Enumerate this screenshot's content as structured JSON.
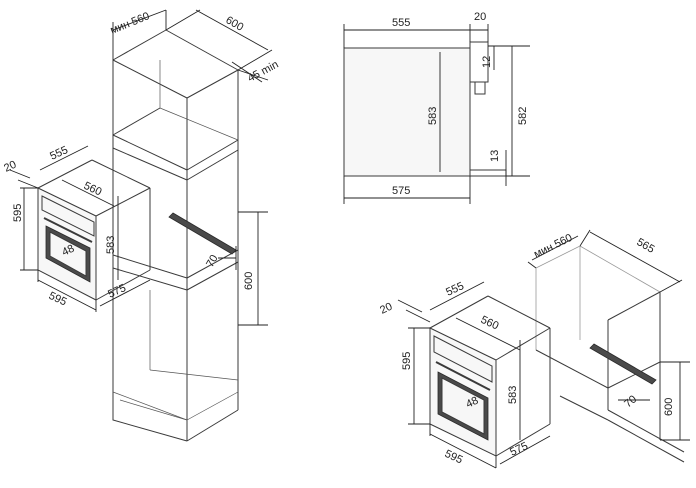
{
  "colors": {
    "line": "#3a3a3a",
    "accent": "#4a4a4a",
    "background": "#ffffff"
  },
  "tall_cabinet": {
    "min_width": "мин 560",
    "depth": "600",
    "gap": "45 min",
    "niche_height": "600",
    "vent": "70"
  },
  "oven_left": {
    "panel": "20",
    "depth": "555",
    "inner_width": "560",
    "height": "595",
    "body_height": "583",
    "handle": "48",
    "width": "595",
    "body_width": "575"
  },
  "side_view": {
    "depth": "555",
    "panel": "20",
    "top_offset": "12",
    "body_height": "583",
    "total_height": "582",
    "bottom_offset": "13",
    "total_depth": "575"
  },
  "under_counter": {
    "min_width": "мин 560",
    "depth": "565",
    "vent": "70",
    "niche_height": "600"
  },
  "oven_right": {
    "panel": "20",
    "depth": "555",
    "inner_width": "560",
    "height": "595",
    "body_height": "583",
    "handle": "48",
    "width": "595",
    "body_width": "575"
  }
}
